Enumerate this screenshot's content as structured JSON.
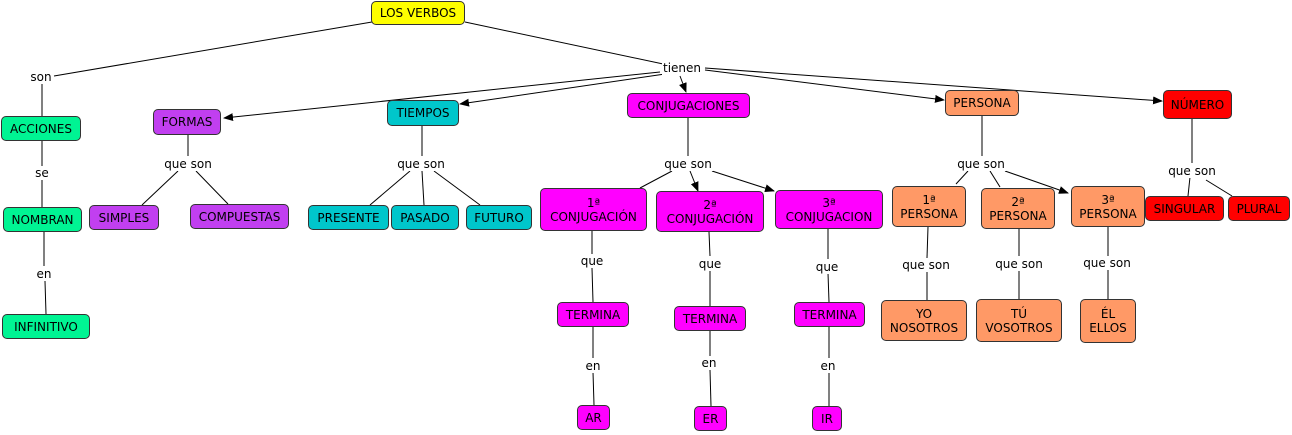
{
  "colors": {
    "root": "#ffff00",
    "acciones": "#00f493",
    "formas": "#c13ff0",
    "tiempos": "#00c6cb",
    "conjugaciones": "#ff00ff",
    "persona": "#ff9966",
    "numero": "#ff0000"
  },
  "nodes": {
    "root": "LOS VERBOS",
    "acciones": "ACCIONES",
    "nombran": "NOMBRAN",
    "infinitivo": "INFINITIVO",
    "formas": "FORMAS",
    "simples": "SIMPLES",
    "compuestas": "COMPUESTAS",
    "tiempos": "TIEMPOS",
    "presente": "PRESENTE",
    "pasado": "PASADO",
    "futuro": "FUTURO",
    "conjugaciones": "CONJUGACIONES",
    "conj1": "1ª\nCONJUGACIÓN",
    "conj2": "2ª\nCONJUGACIÓN",
    "conj3": "3ª\nCONJUGACION",
    "termina1": "TERMINA",
    "termina2": "TERMINA",
    "termina3": "TERMINA",
    "ar": "AR",
    "er": "ER",
    "ir": "IR",
    "persona": "PERSONA",
    "persona1": "1ª\nPERSONA",
    "persona2": "2ª\nPERSONA",
    "persona3": "3ª\nPERSONA",
    "yo": "YO\nNOSOTROS",
    "tu": "TÚ\nVOSOTROS",
    "el": "ÉL\nELLOS",
    "numero": "NÚMERO",
    "singular": "SINGULAR",
    "plural": "PLURAL"
  },
  "links": {
    "son": "son",
    "tienen": "tienen",
    "se": "se",
    "en_infinitivo": "en",
    "que_son_formas": "que son",
    "que_son_tiempos": "que son",
    "que_son_conjugaciones": "que son",
    "que_1": "que",
    "que_2": "que",
    "que_3": "que",
    "en_1": "en",
    "en_2": "en",
    "en_3": "en",
    "que_son_persona": "que son",
    "que_son_p1": "que son",
    "que_son_p2": "que son",
    "que_son_p3": "que son",
    "que_son_numero": "que son"
  }
}
